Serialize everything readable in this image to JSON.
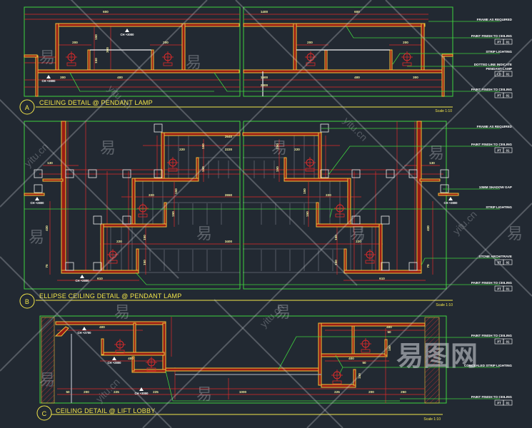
{
  "sections": [
    {
      "letter": "A",
      "title": "CEILING DETAIL @ PENDANT LAMP",
      "scale": "Scale 1:10"
    },
    {
      "letter": "B",
      "title": "ELLIPSE CEILING DETAIL @ PENDANT LAMP",
      "scale": "Scale 1:10"
    },
    {
      "letter": "C",
      "title": "CEILING DETAIL @ LIFT LOBBY",
      "scale": "Scale 1:10"
    }
  ],
  "annotations": [
    {
      "text": "FRAME AS REQUIRED"
    },
    {
      "text": "PAINT FINISH TO CEILING",
      "code": [
        "PT",
        "01"
      ]
    },
    {
      "text": "STRIP LIGHTING"
    },
    {
      "text": "DOTTED LINE INDICATE",
      "text2": "PENDANT LAMP",
      "code": [
        "LD",
        "01"
      ]
    },
    {
      "text": "PAINT FINISH TO CEILING",
      "code": [
        "PT",
        "01"
      ]
    },
    {
      "text": "FRAME AS REQUIRED"
    },
    {
      "text": "PAINT FINISH TO CEILING",
      "code": [
        "PT",
        "01"
      ]
    },
    {
      "text": "10MM SHADOW GAP"
    },
    {
      "text": "STRIP LIGHTING"
    },
    {
      "text": "STONE ARCHITRAVE",
      "code": [
        "ST",
        "02"
      ]
    },
    {
      "text": "PAINT FINISH TO CEILING",
      "code": [
        "PT",
        "01"
      ]
    },
    {
      "text": "PAINT FINISH TO CEILING",
      "code": [
        "PT",
        "01"
      ]
    },
    {
      "text": "CONCEALED STRIP LIGHTING"
    },
    {
      "text": "PAINT FINISH TO CEILING",
      "code": [
        "PT",
        "01"
      ]
    }
  ],
  "dimensions": [
    "600",
    "1400",
    "600",
    "200",
    "200",
    "200",
    "200",
    "150",
    "150",
    "300",
    "300",
    "400",
    "1600",
    "400",
    "300",
    "2300",
    "2640",
    "2220",
    "220",
    "2650",
    "220",
    "3400",
    "220",
    "130",
    "130",
    "610",
    "610",
    "430",
    "430",
    "75",
    "75",
    "150",
    "150",
    "150",
    "150",
    "150",
    "150",
    "150",
    "150",
    "150",
    "150",
    "150",
    "150",
    "220",
    "220",
    "220",
    "400",
    "400",
    "50",
    "200",
    "225",
    "225",
    "1000",
    "225",
    "200",
    "250",
    "400",
    "400",
    "50",
    "50",
    "150",
    "150"
  ],
  "ceiling_heights": [
    "CH +3000",
    "CH +2800",
    "CH +2800",
    "CH +2800",
    "CH +2800",
    "CH +2700",
    "CH +2800",
    "CH +3000"
  ],
  "watermark": {
    "glyph": "易",
    "url": "yitu.cn",
    "logo": "易图网"
  }
}
